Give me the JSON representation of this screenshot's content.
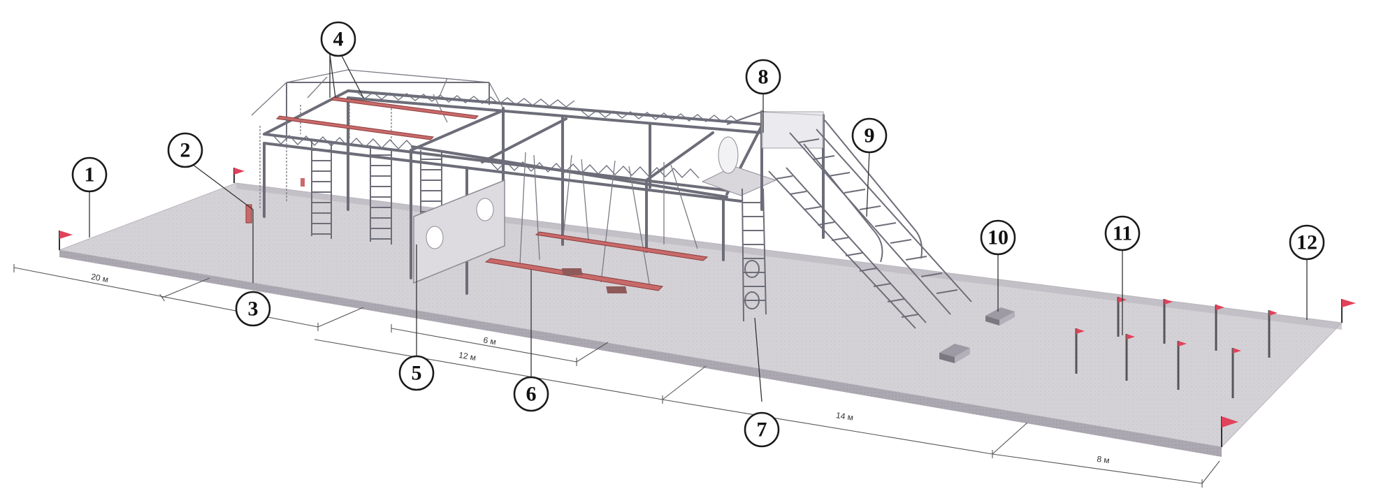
{
  "callouts": [
    {
      "number": "1"
    },
    {
      "number": "2"
    },
    {
      "number": "3"
    },
    {
      "number": "4"
    },
    {
      "number": "5"
    },
    {
      "number": "6"
    },
    {
      "number": "7"
    },
    {
      "number": "8"
    },
    {
      "number": "9"
    },
    {
      "number": "10"
    },
    {
      "number": "11"
    },
    {
      "number": "12"
    }
  ],
  "dimensions": {
    "d20": "20 м",
    "d6": "6 м",
    "d12": "12 м",
    "d14": "14 м",
    "d8": "8 м"
  },
  "colors": {
    "surface": "#d4d2d6",
    "curb": "#b2aeb6",
    "steel": "#6c6d78",
    "beam": "#c96a6a",
    "flag": "#e0435a"
  }
}
